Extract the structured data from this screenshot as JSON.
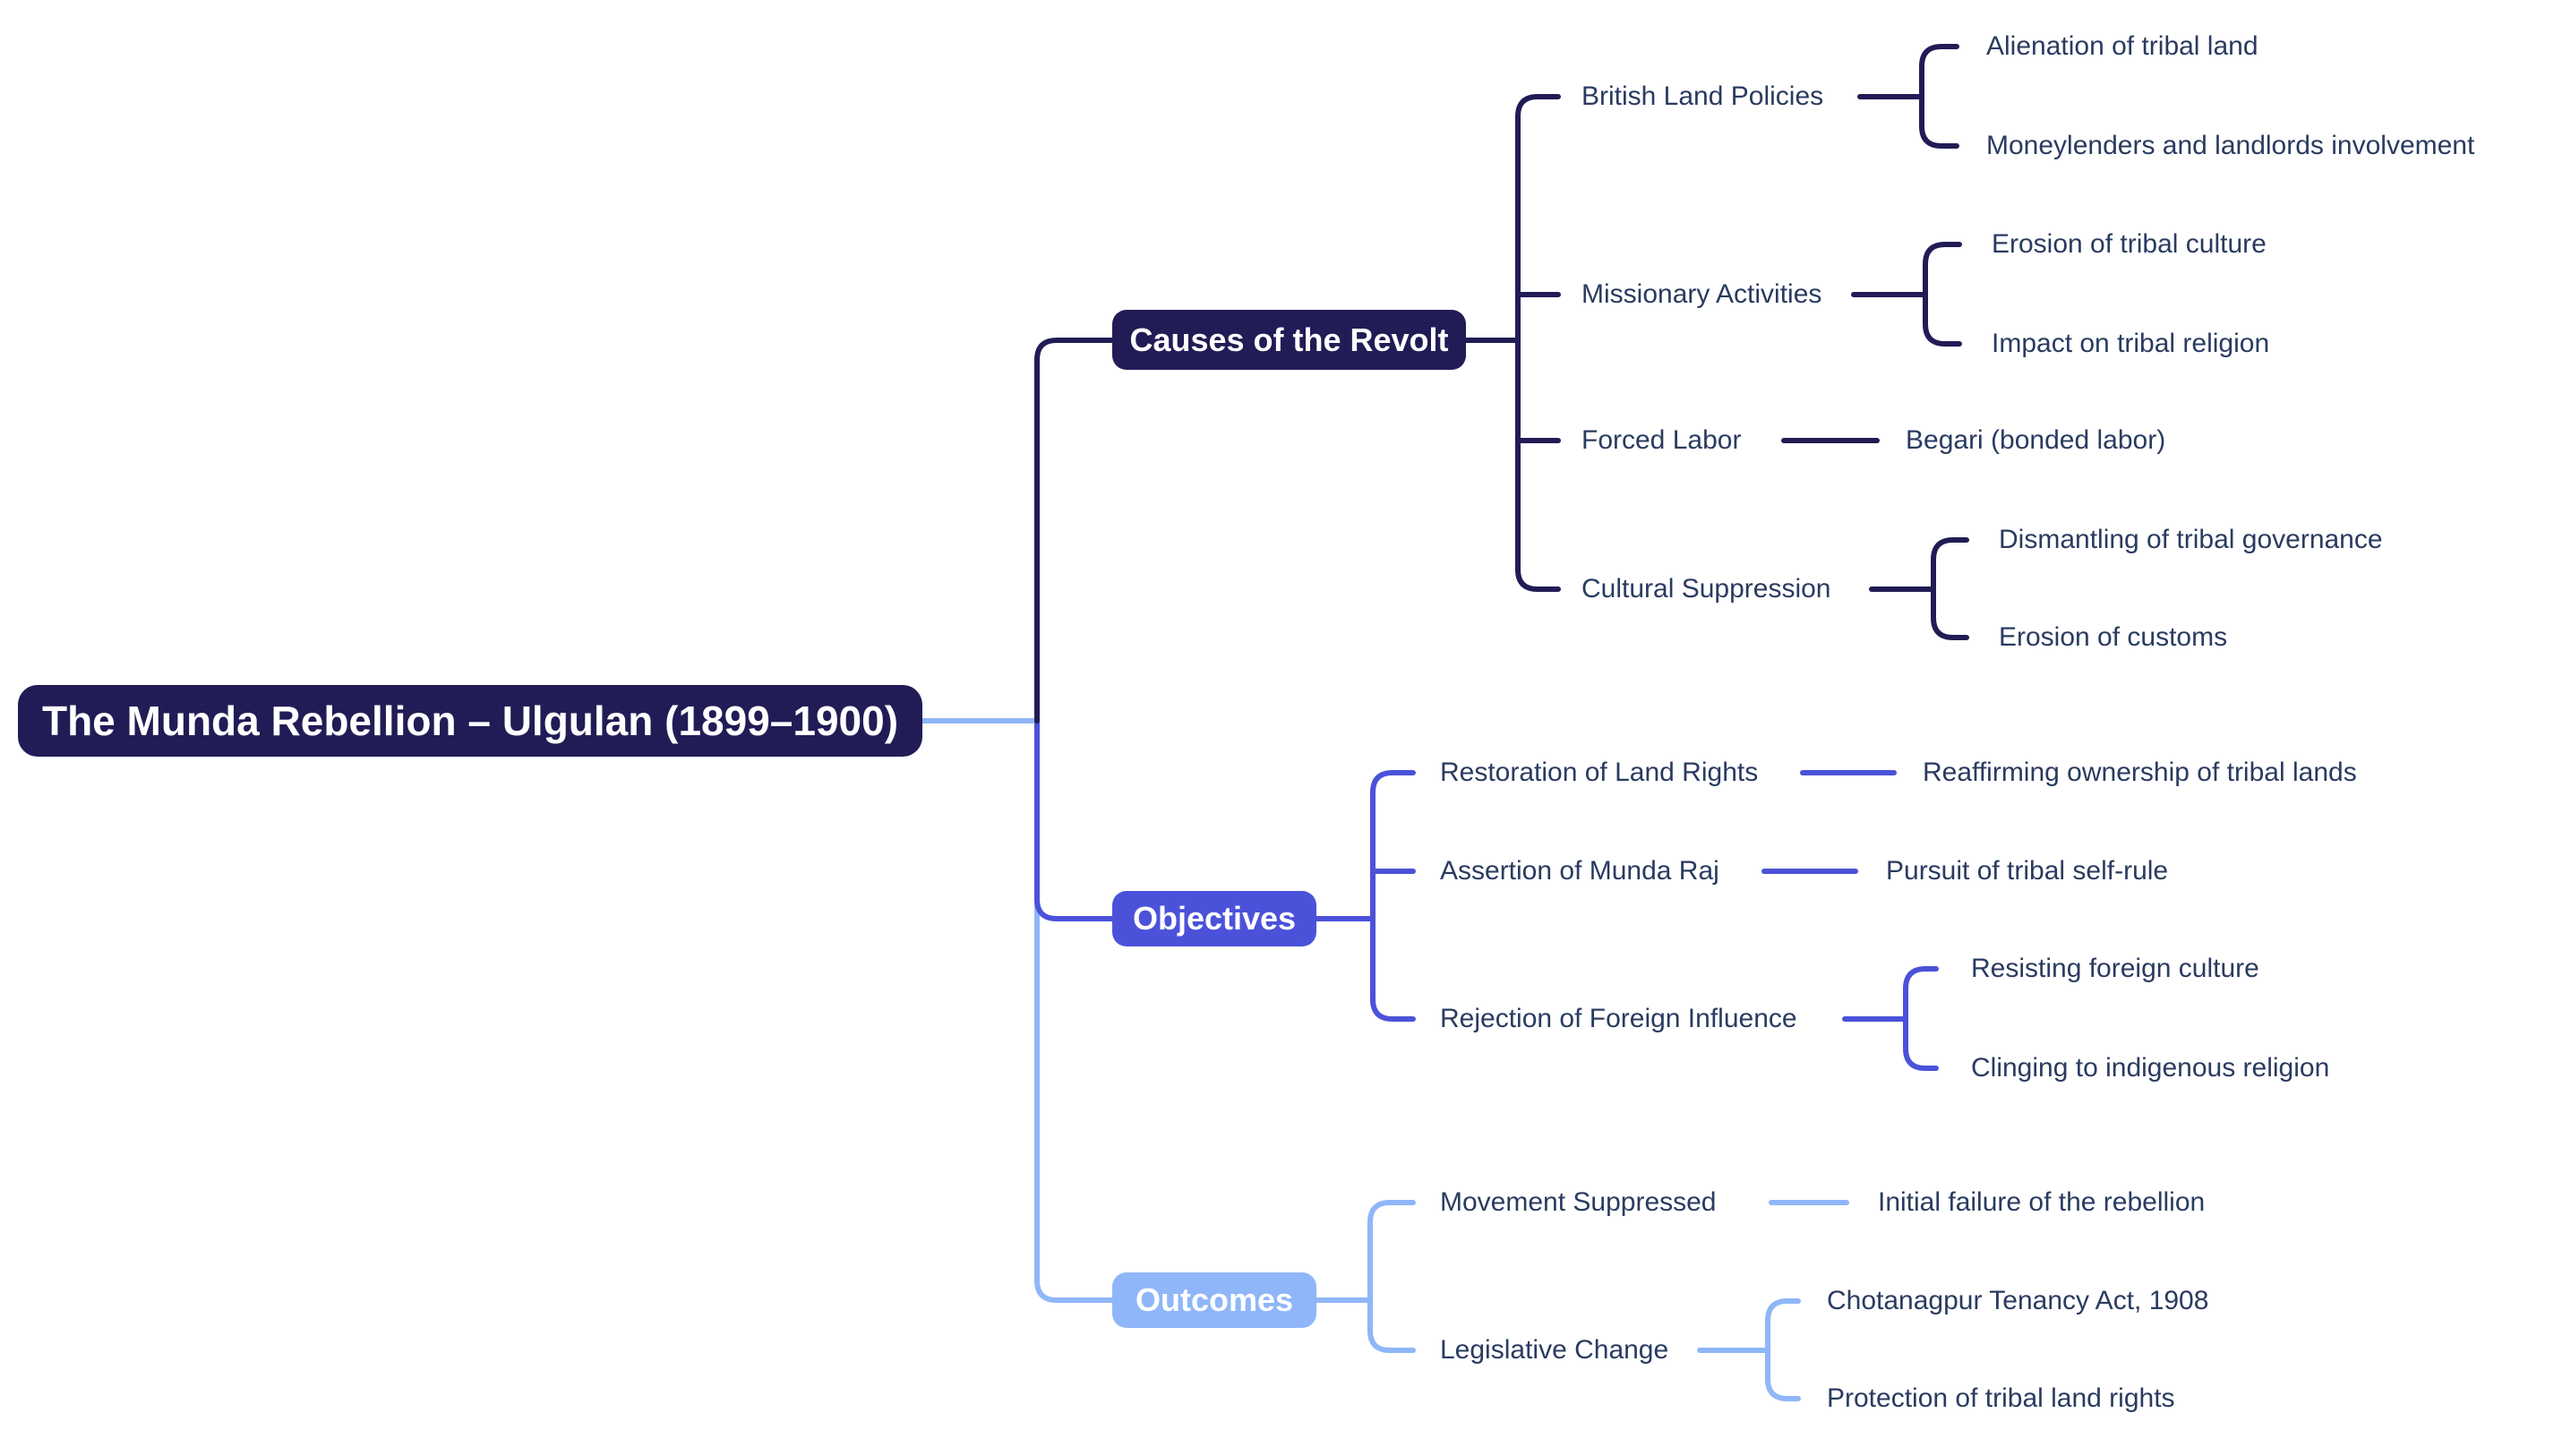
{
  "title": "The Munda Rebellion – Ulgulan (1899–1900)",
  "colors": {
    "root_and_causes": "#211c55",
    "objectives": "#4b52d9",
    "outcomes": "#8fb6f8",
    "label_text": "#2a3b60",
    "background": "#ffffff"
  },
  "root": {
    "label": "The Munda Rebellion – Ulgulan (1899–1900)"
  },
  "branches": [
    {
      "label": "Causes of the Revolt",
      "color": "#211c55",
      "children": [
        {
          "label": "British Land Policies",
          "children": [
            "Alienation of tribal land",
            "Moneylenders and landlords involvement"
          ]
        },
        {
          "label": "Missionary Activities",
          "children": [
            "Erosion of tribal culture",
            "Impact on tribal religion"
          ]
        },
        {
          "label": "Forced Labor",
          "children": [
            "Begari (bonded labor)"
          ]
        },
        {
          "label": "Cultural Suppression",
          "children": [
            "Dismantling of tribal governance",
            "Erosion of customs"
          ]
        }
      ]
    },
    {
      "label": "Objectives",
      "color": "#4b52d9",
      "children": [
        {
          "label": "Restoration of Land Rights",
          "children": [
            "Reaffirming ownership of tribal lands"
          ]
        },
        {
          "label": "Assertion of Munda Raj",
          "children": [
            "Pursuit of tribal self-rule"
          ]
        },
        {
          "label": "Rejection of Foreign Influence",
          "children": [
            "Resisting foreign culture",
            "Clinging to indigenous religion"
          ]
        }
      ]
    },
    {
      "label": "Outcomes",
      "color": "#8fb6f8",
      "children": [
        {
          "label": "Movement Suppressed",
          "children": [
            "Initial failure of the rebellion"
          ]
        },
        {
          "label": "Legislative Change",
          "children": [
            "Chotanagpur Tenancy Act, 1908",
            "Protection of tribal land rights"
          ]
        }
      ]
    }
  ]
}
